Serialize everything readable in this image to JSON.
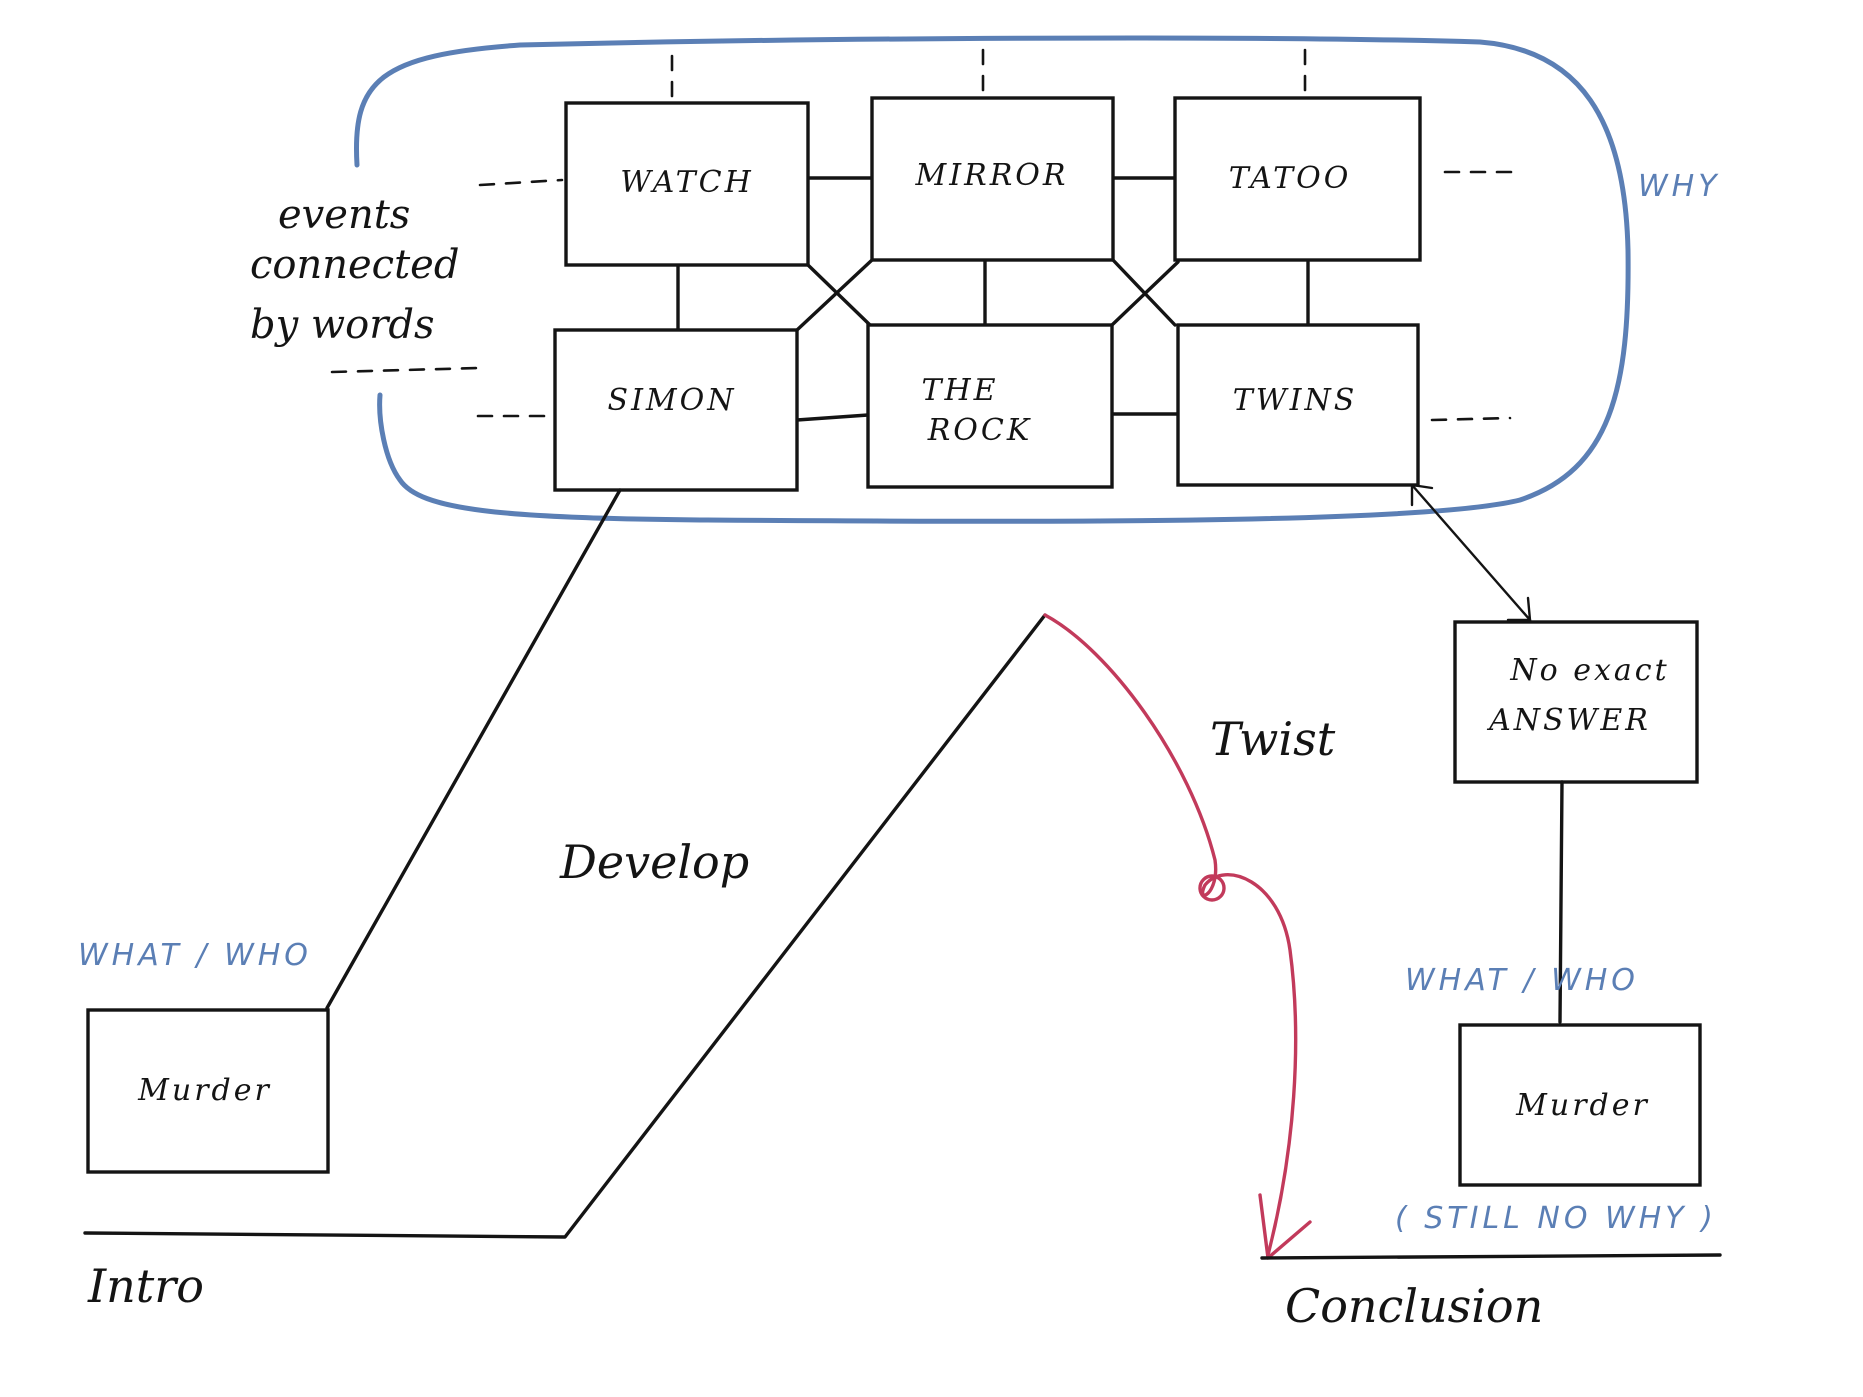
{
  "colors": {
    "ink": "#141414",
    "blue_annotation": "#5b7fb5",
    "red_twist": "#c23a5b"
  },
  "events_cluster": {
    "boxes": [
      {
        "id": "watch",
        "label": "WATCH"
      },
      {
        "id": "mirror",
        "label": "MIRROR"
      },
      {
        "id": "tatoo",
        "label": "TATOO"
      },
      {
        "id": "simon",
        "label": "SIMON"
      },
      {
        "id": "rock",
        "label_line1": "THE",
        "label_line2": "ROCK"
      },
      {
        "id": "twins",
        "label": "TWINS"
      }
    ],
    "side_note": {
      "line1": "events",
      "line2": "connected",
      "line3": "by words"
    },
    "why_label": "WHY"
  },
  "plot": {
    "intro": "Intro",
    "develop": "Develop",
    "twist": "Twist",
    "conclusion": "Conclusion",
    "start_box": {
      "label": "Murder",
      "tag": "WHAT / WHO"
    },
    "end_box": {
      "label": "Murder",
      "tag": "WHAT / WHO",
      "note": "( STILL NO WHY )"
    },
    "answer_box": {
      "line1": "No exact",
      "line2": "ANSWER"
    }
  }
}
